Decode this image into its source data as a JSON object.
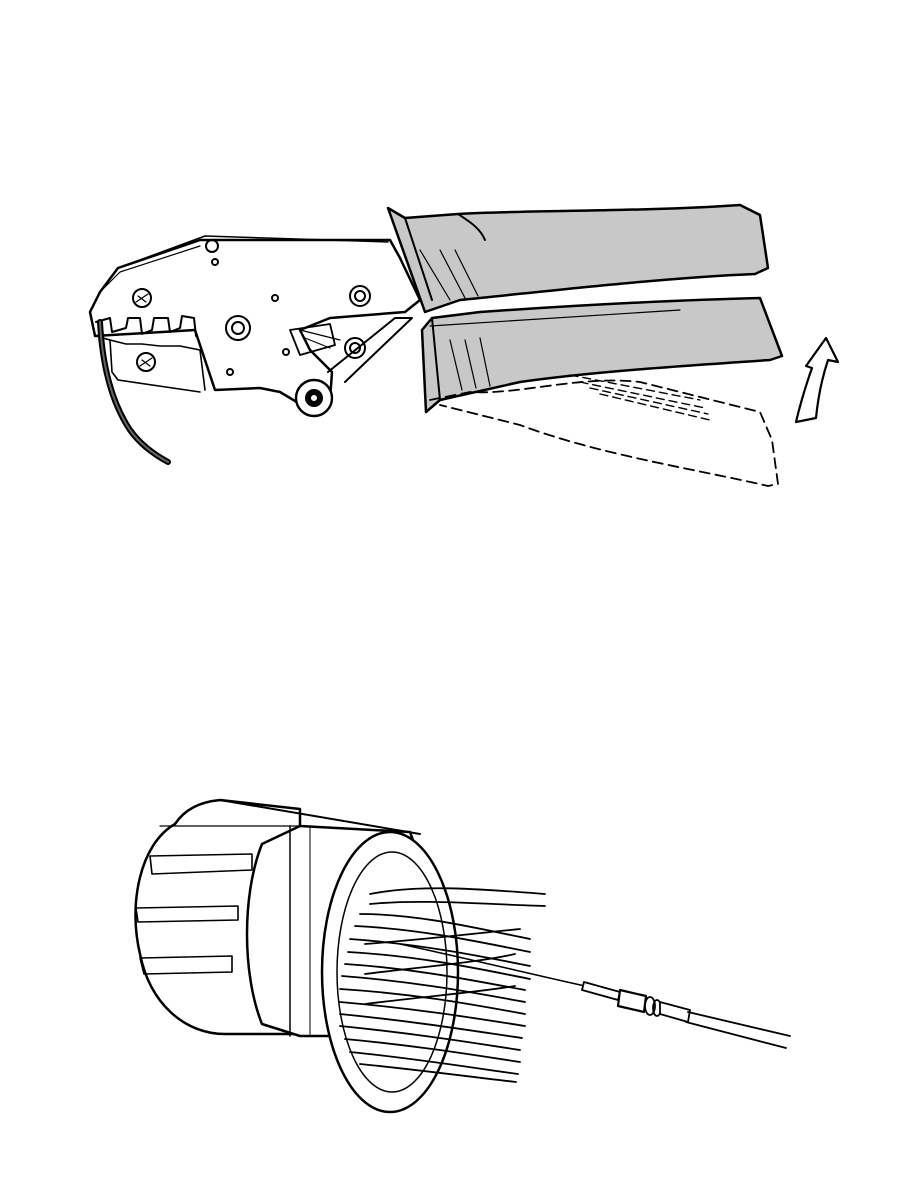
{
  "page": {
    "background": "#ffffff",
    "ink": "#000000",
    "handle_fill": "#c8c8c8"
  },
  "figures": [
    {
      "id": "crimp-tool-figure",
      "icon": "crimping-pliers-illustration"
    },
    {
      "id": "connector-figure",
      "icon": "round-connector-with-wires-illustration"
    }
  ]
}
